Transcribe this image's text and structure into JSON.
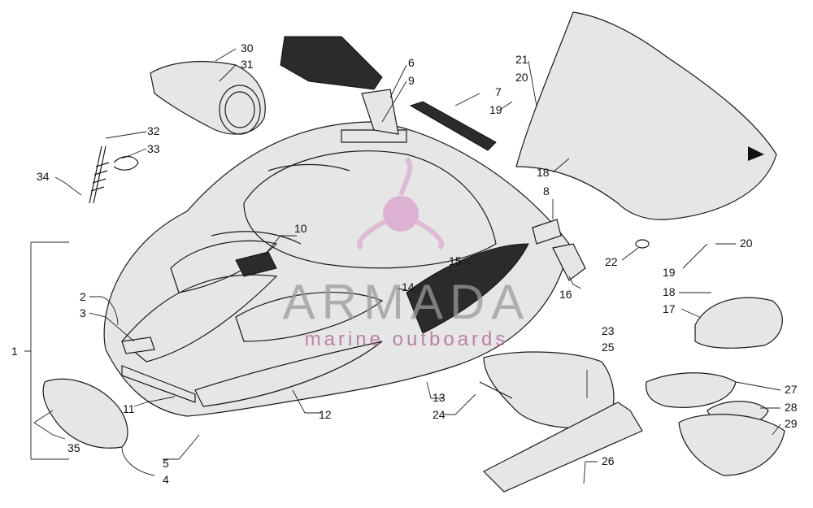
{
  "diagram": {
    "callouts": [
      "1",
      "2",
      "3",
      "4",
      "5",
      "6",
      "7",
      "8",
      "9",
      "10",
      "11",
      "12",
      "13",
      "14",
      "15",
      "16",
      "17",
      "18",
      "19",
      "20",
      "21",
      "22",
      "23",
      "24",
      "25",
      "26",
      "27",
      "28",
      "29",
      "30",
      "31",
      "32",
      "33",
      "34",
      "35"
    ],
    "repeat_callouts": {
      "c18b": "18",
      "c19b": "19",
      "c20b": "20"
    }
  },
  "watermark": {
    "brand": "ARMADA",
    "tagline": "marine outboards",
    "colors": {
      "logo": "#d98fc3",
      "text": "#9a9a9a",
      "tagline": "#b0689a"
    }
  }
}
